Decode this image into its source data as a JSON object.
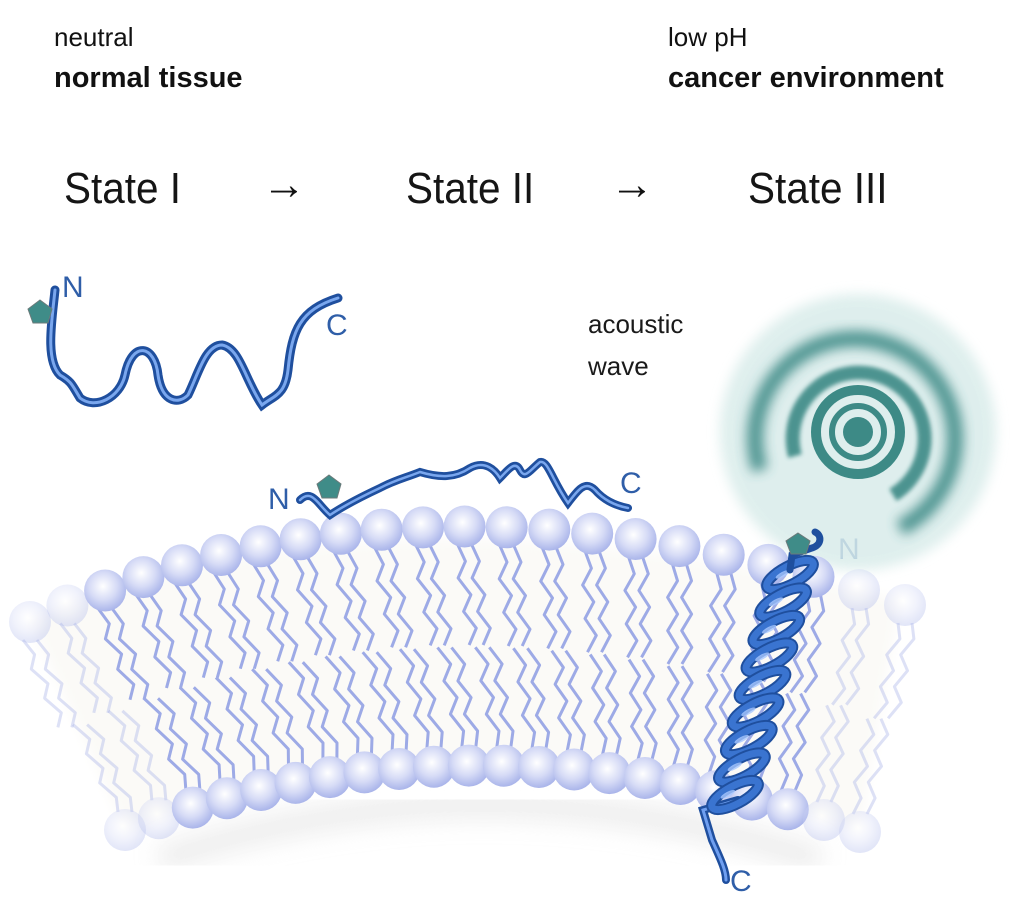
{
  "conditions": {
    "left": {
      "subtitle": "neutral",
      "title": "normal tissue"
    },
    "right": {
      "subtitle": "low pH",
      "title": "cancer environment"
    }
  },
  "states": [
    {
      "label": "State I"
    },
    {
      "label": "State II"
    },
    {
      "label": "State III"
    }
  ],
  "arrows": [
    "→",
    "→"
  ],
  "peptides": {
    "state1": {
      "n_label": "N",
      "c_label": "C",
      "form": "unstructured coil in solution"
    },
    "state2": {
      "n_label": "N",
      "c_label": "C",
      "form": "unstructured, surface-bound"
    },
    "state3": {
      "n_label": "N",
      "c_label": "C",
      "form": "transmembrane alpha-helix"
    }
  },
  "stimulus": {
    "label_line1": "acoustic",
    "label_line2": "wave"
  },
  "colors": {
    "peptide": "#3a74d0",
    "peptide_dark": "#1f4f9e",
    "terminus_text": "#2f5ea8",
    "cargo": "#3f8c88",
    "wave": "#3d8a86",
    "lipid": "#b9c2ee",
    "lipid_tail": "#9daae6"
  }
}
